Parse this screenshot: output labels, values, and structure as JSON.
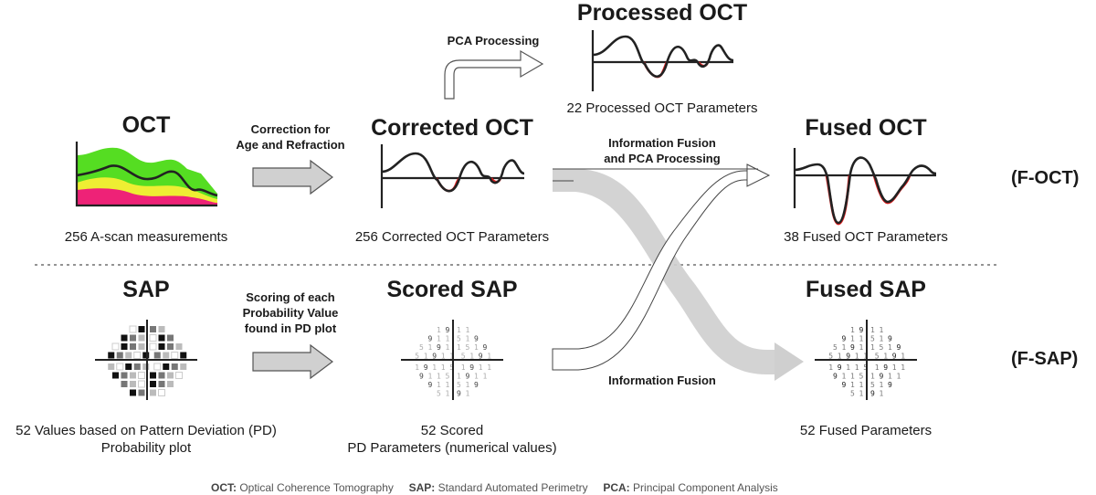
{
  "oct": {
    "title": "OCT",
    "caption": "256 A-scan measurements",
    "step_label_line1": "Correction for",
    "step_label_line2": "Age and Refraction"
  },
  "corrected_oct": {
    "title": "Corrected OCT",
    "caption": "256 Corrected OCT Parameters"
  },
  "processed_oct": {
    "title": "Processed OCT",
    "caption": "22 Processed OCT Parameters",
    "step_label": "PCA Processing"
  },
  "fused_oct": {
    "title": "Fused OCT",
    "caption": "38 Fused OCT Parameters"
  },
  "fusion_oct": {
    "label_line1": "Information Fusion",
    "label_line2": "and PCA Processing"
  },
  "sap": {
    "title": "SAP",
    "caption_line1": "52 Values based on Pattern Deviation (PD)",
    "caption_line2": "Probability plot",
    "step_label_line1": "Scoring of each",
    "step_label_line2": "Probability Value",
    "step_label_line3": "found in PD plot"
  },
  "scored_sap": {
    "title": "Scored SAP",
    "caption_line1": "52 Scored",
    "caption_line2": "PD Parameters (numerical values)"
  },
  "fused_sap": {
    "title": "Fused SAP",
    "caption": "52 Fused Parameters"
  },
  "fusion_sap": {
    "label": "Information Fusion"
  },
  "row_labels": {
    "f_oct": "(F-OCT)",
    "f_sap": "(F-SAP)"
  },
  "footer": {
    "oct_abbr": "OCT:",
    "oct_text": "Optical Coherence Tomography",
    "sap_abbr": "SAP:",
    "sap_text": "Standard Automated Perimetry",
    "pca_abbr": "PCA:",
    "pca_text": "Principal Component Analysis"
  },
  "colors": {
    "signal": "#222222",
    "negative": "#e01b1b",
    "green_band": "#55dd22",
    "yellow_band": "#eeee33",
    "pink_band": "#ee2277",
    "arrow_fill": "#d0d0d0",
    "arrow_stroke": "#555555",
    "fusion_band": "#cfcfcf"
  }
}
